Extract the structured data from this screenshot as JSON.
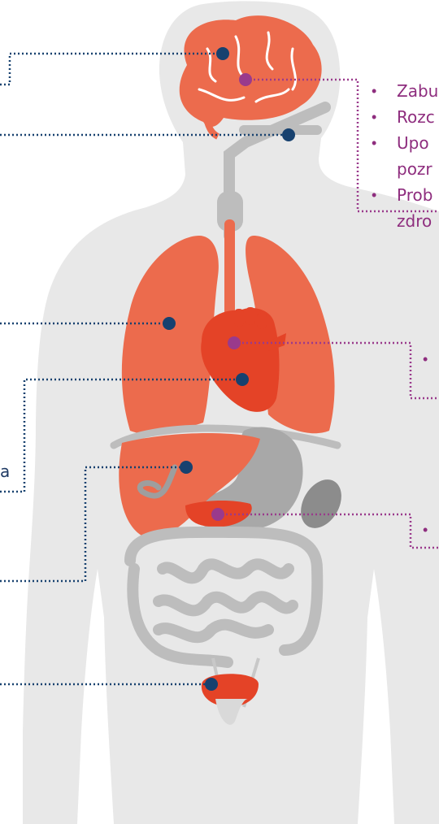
{
  "colors": {
    "silhouette": "#e8e8e8",
    "organ_orange": "#ec6b4d",
    "organ_red": "#e44327",
    "digestive_gray": "#b9b9b9",
    "dark_gray": "#8c8c8c",
    "navy_line": "#17416f",
    "purple_line": "#9a3a8c",
    "purple_text": "#8e2d7e",
    "navy_text": "#1f3a64"
  },
  "right_brain_list": {
    "bullet": "•",
    "lines": [
      "Zabu",
      "Rozc",
      "Upo",
      "pozr",
      "Prob",
      "zdro"
    ]
  },
  "right_heart": {
    "bullet": "•"
  },
  "right_pancreas": {
    "bullet": "•"
  },
  "left_liver_label": "a",
  "icons": [
    "brain-icon",
    "lungs-icon",
    "heart-icon",
    "liver-icon",
    "pancreas-icon",
    "bladder-icon",
    "intestine-icon",
    "stomach-icon"
  ]
}
